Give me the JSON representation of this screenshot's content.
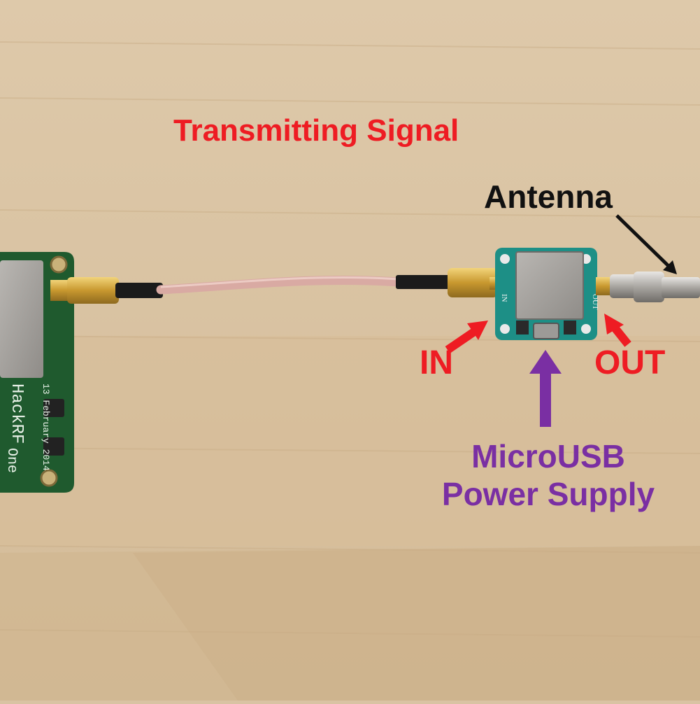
{
  "labels": {
    "title": "Transmitting Signal",
    "antenna": "Antenna",
    "in": "IN",
    "out": "OUT",
    "power_line1": "MicroUSB",
    "power_line2": "Power Supply"
  },
  "board_text": {
    "name_line1": "HackRF",
    "name_line2": "One",
    "date": "13 February 2014",
    "amp_in": "IN",
    "amp_out": "OUT"
  },
  "colors": {
    "red_label": "#ee1c23",
    "purple_label": "#7a2fa3",
    "black_label": "#111111",
    "wood": "#d9c3a3",
    "pcb_green": "#1f5a2e",
    "cable_pink": "#d9aaa3"
  }
}
